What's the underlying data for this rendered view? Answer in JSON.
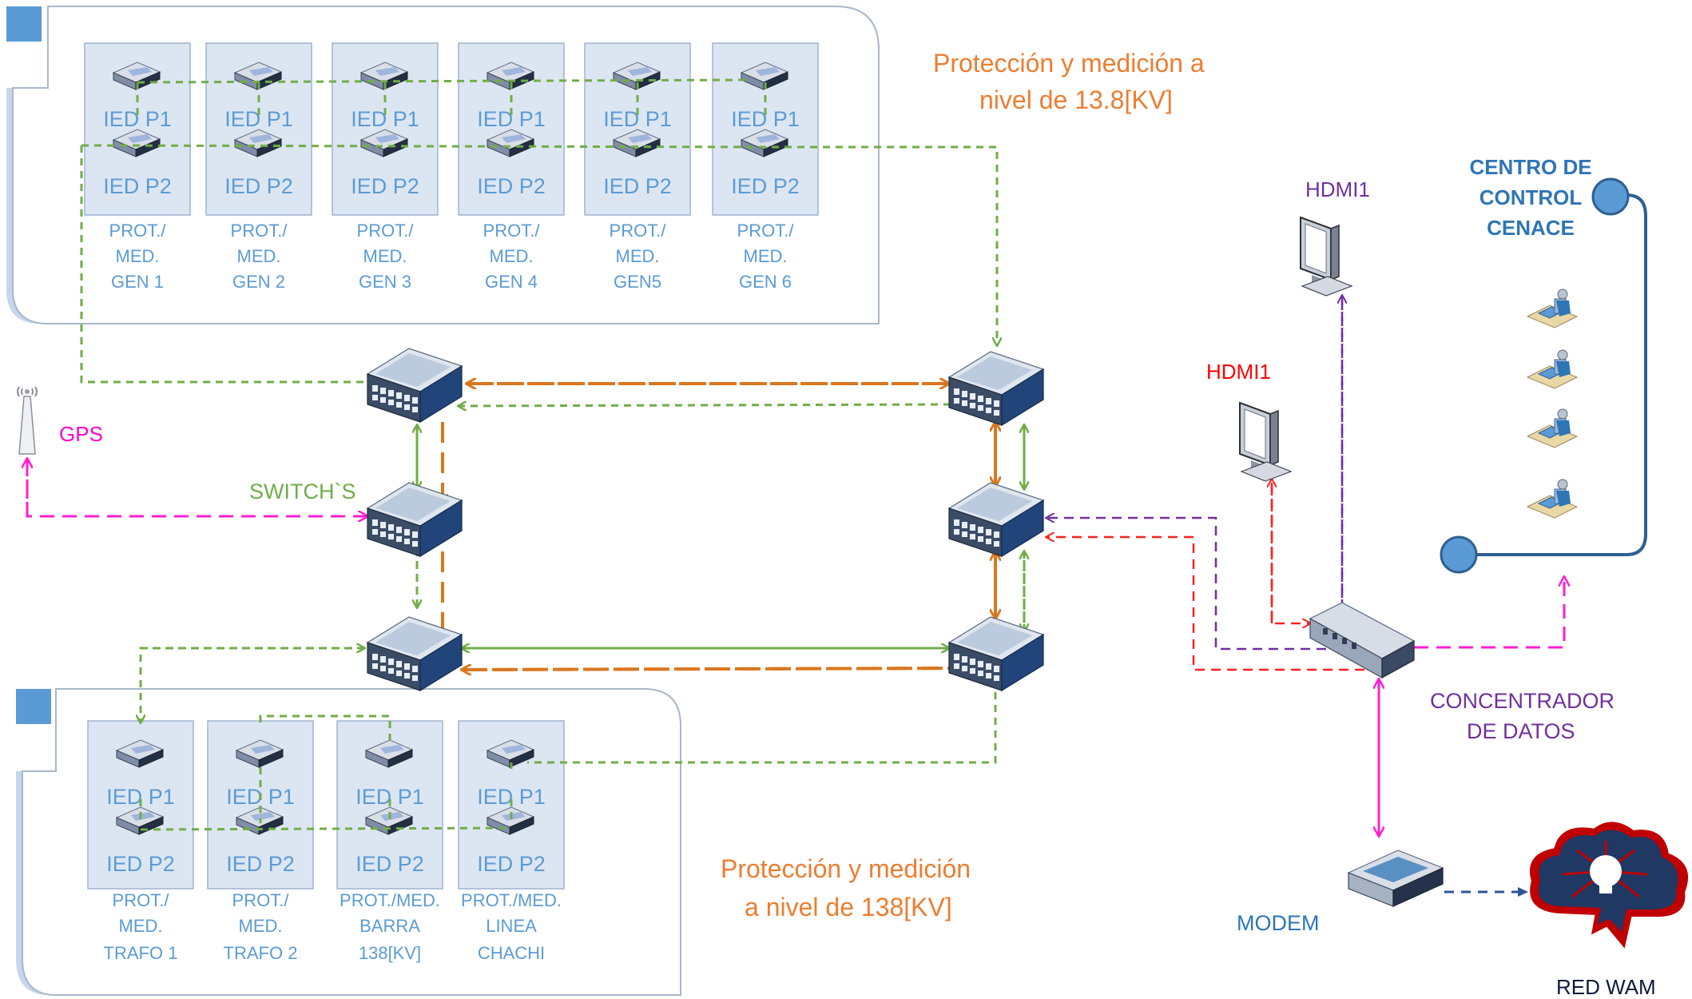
{
  "panels": {
    "top": {
      "devices": [
        {
          "p1": "IED P1",
          "p2": "IED P2",
          "caption": [
            "PROT./",
            "MED.",
            "GEN 1"
          ]
        },
        {
          "p1": "IED P1",
          "p2": "IED P2",
          "caption": [
            "PROT./",
            "MED.",
            "GEN 2"
          ]
        },
        {
          "p1": "IED P1",
          "p2": "IED P2",
          "caption": [
            "PROT./",
            "MED.",
            "GEN 3"
          ]
        },
        {
          "p1": "IED P1",
          "p2": "IED P2",
          "caption": [
            "PROT./",
            "MED.",
            "GEN 4"
          ]
        },
        {
          "p1": "IED P1",
          "p2": "IED P2",
          "caption": [
            "PROT./",
            "MED.",
            "GEN5"
          ]
        },
        {
          "p1": "IED P1",
          "p2": "IED P2",
          "caption": [
            "PROT./",
            "MED.",
            "GEN 6"
          ]
        }
      ]
    },
    "bottom": {
      "devices": [
        {
          "p1": "IED P1",
          "p2": "IED P2",
          "caption": [
            "PROT./",
            "MED.",
            "TRAFO 1"
          ]
        },
        {
          "p1": "IED P1",
          "p2": "IED P2",
          "caption": [
            "PROT./",
            "MED.",
            "TRAFO 2"
          ]
        },
        {
          "p1": "IED P1",
          "p2": "IED P2",
          "caption": [
            "PROT./MED.",
            "BARRA",
            "138[KV]"
          ]
        },
        {
          "p1": "IED P1",
          "p2": "IED P2",
          "caption": [
            "PROT./MED.",
            "LINEA",
            "CHACHI"
          ]
        }
      ]
    }
  },
  "labels": {
    "top_title": [
      "Protección y medición  a",
      "nivel de 13.8[KV]"
    ],
    "bottom_title": [
      "Protección y medición",
      "a nivel de 138[KV]"
    ],
    "switches": "SWITCH`S",
    "gps": "GPS",
    "hdmi_top": "HDMI1",
    "hdmi_bottom": "HDMI1",
    "cenace": [
      "CENTRO DE",
      "CONTROL",
      "CENACE"
    ],
    "concentrador": [
      "CONCENTRADOR",
      "DE DATOS"
    ],
    "modem": "MODEM",
    "red_wam": "RED WAM"
  },
  "colors": {
    "ied_text": "#5b9bd5",
    "data_link_green": "#70ad47",
    "ring_orange": "#d9771f",
    "gps_magenta": "#ff1fd2",
    "hdmi_purple": "#7030a0",
    "hdmi_red": "#ff2020",
    "cloud_navy": "#1f3864",
    "cloud_red": "#c00000"
  },
  "icons": {
    "ied": "network-device-icon",
    "switch": "ethernet-switch-icon",
    "monitor": "monitor-icon",
    "gps": "gps-antenna-icon",
    "operator": "operator-workstation-icon",
    "cloud": "network-cloud-icon",
    "modem": "modem-icon",
    "concentrator": "data-concentrator-icon"
  }
}
